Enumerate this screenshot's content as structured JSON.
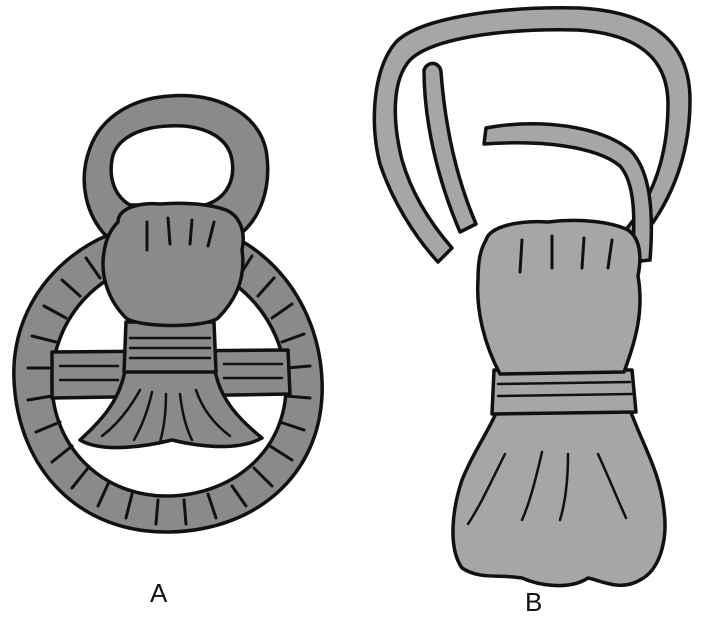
{
  "panels": [
    {
      "label": "A",
      "subject": "handled-ring-with-hand-and-crossbar"
    },
    {
      "label": "B",
      "subject": "hand-with-looped-cord"
    }
  ],
  "colors": {
    "fill": "#8a8a8a",
    "fill_light": "#a6a6a6",
    "outline": "#111111",
    "background": "#ffffff"
  }
}
